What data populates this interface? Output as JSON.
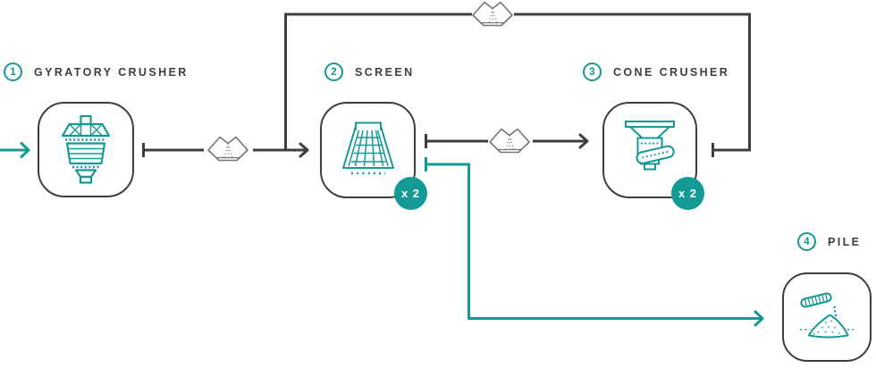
{
  "colors": {
    "teal": "#149a96",
    "dark": "#3e3e3e",
    "gray": "#757575",
    "background": "#ffffff"
  },
  "nodes": [
    {
      "number": "1",
      "label": "GYRATORY CRUSHER",
      "icon": "gyratory-crusher-icon",
      "badge": null
    },
    {
      "number": "2",
      "label": "SCREEN",
      "icon": "screen-icon",
      "badge": "x 2"
    },
    {
      "number": "3",
      "label": "CONE CRUSHER",
      "icon": "cone-crusher-icon",
      "badge": "x 2"
    },
    {
      "number": "4",
      "label": "PILE",
      "icon": "pile-icon",
      "badge": null
    }
  ],
  "flows": [
    {
      "from": "feed",
      "to": "gyratory-crusher",
      "line": "teal",
      "type": "arrow-in"
    },
    {
      "from": "gyratory-crusher",
      "to": "screen",
      "line": "dark",
      "material_icon": "rock-icon"
    },
    {
      "from": "screen",
      "to": "cone-crusher",
      "line": "dark",
      "material_icon": "rock-icon"
    },
    {
      "from": "cone-crusher",
      "to": "screen",
      "line": "dark",
      "material_icon": "rock-icon",
      "path": "top-recycle-loop"
    },
    {
      "from": "screen",
      "to": "pile",
      "line": "teal",
      "type": "arrow-in"
    }
  ]
}
